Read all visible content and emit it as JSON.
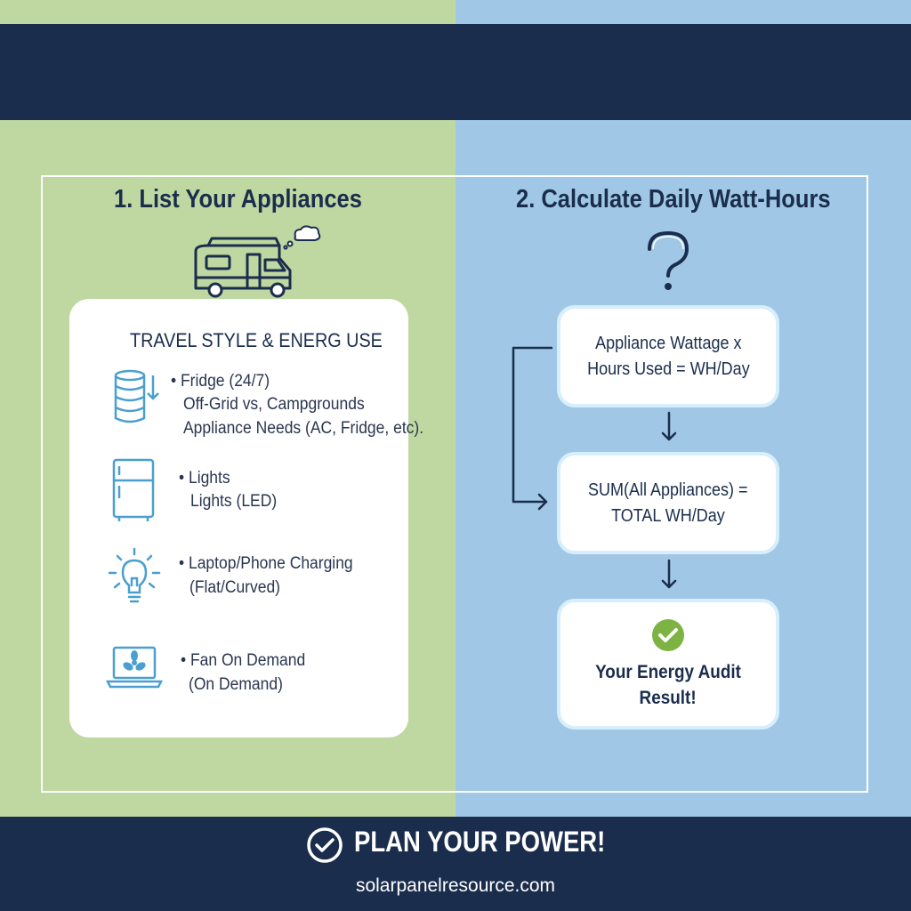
{
  "left_section": {
    "heading": "1. List Your Appliances",
    "card": {
      "title": "TRAVEL STYLE & ENERG USE",
      "items": [
        {
          "icon": "battery-stack-icon",
          "lines": [
            "• Fridge (24/7)",
            "Off-Grid vs, Campgrounds",
            "Appliance Needs (AC, Fridge, etc)."
          ]
        },
        {
          "icon": "fridge-icon",
          "lines": [
            "• Lights",
            "Lights (LED)"
          ]
        },
        {
          "icon": "lightbulb-icon",
          "lines": [
            "• Laptop/Phone Charging",
            "(Flat/Curved)"
          ]
        },
        {
          "icon": "laptop-fan-icon",
          "lines": [
            "• Fan On Demand",
            "(On Demand)"
          ]
        }
      ]
    }
  },
  "right_section": {
    "heading": "2. Calculate Daily Watt-Hours",
    "flow": [
      {
        "lines": [
          "Appliance Wattage x",
          "Hours Used = WH/Day"
        ]
      },
      {
        "lines": [
          "SUM(All Appliances) =",
          "TOTAL WH/Day"
        ]
      },
      {
        "icon": "check-circle-icon",
        "lines": [
          "Your Energy Audit",
          "Result!"
        ]
      }
    ]
  },
  "footer": {
    "banner": "PLAN YOUR POWER!",
    "url": "solarpanelresource.com"
  },
  "colors": {
    "navy": "#1b2d4d",
    "green_bg": "#bfd8a1",
    "blue_bg": "#a0c8e6",
    "icon_blue": "#4a9fd0",
    "check_green": "#7cb342"
  }
}
